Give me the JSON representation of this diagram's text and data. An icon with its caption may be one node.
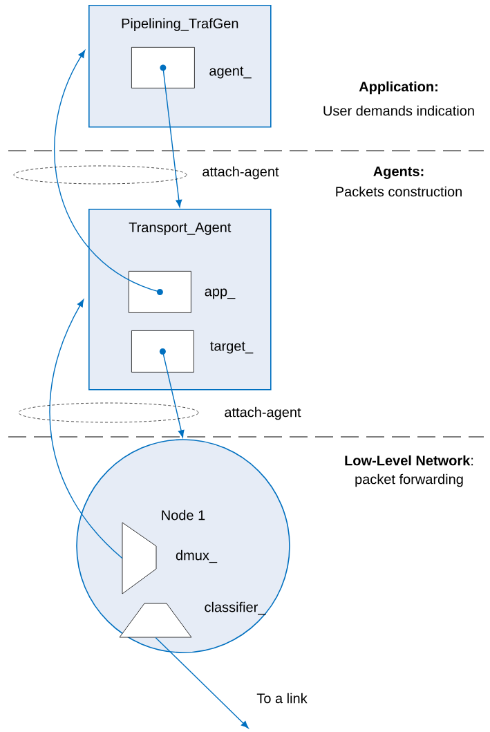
{
  "diagram": {
    "nodes": [
      {
        "text": [
          "Pipelining_TrafGen"
        ]
      },
      {
        "text": [],
        "shape": "box",
        "in": 0,
        "beside": [
          "agent_"
        ]
      },
      {
        "text": [
          "Transport_Agent"
        ]
      },
      {
        "text": [],
        "shape": "box",
        "in": 2,
        "beside": [
          "app_"
        ]
      },
      {
        "text": [],
        "shape": "box",
        "in": 2,
        "beside": [
          "target_"
        ]
      },
      {
        "text": [
          "Node 1"
        ]
      },
      {
        "text": [],
        "shape": "trapezoid",
        "in": 5,
        "beside": [
          "dmux_"
        ]
      },
      {
        "text": [],
        "shape": "trapezoid",
        "in": 5,
        "beside": [
          "classifier_"
        ]
      }
    ],
    "edges": [
      {
        "from": 1,
        "to": 2,
        "arrow": "to"
      },
      {
        "from": 3,
        "to": 0,
        "arrow": "to"
      },
      {
        "from": 4,
        "to": 5,
        "arrow": "to"
      },
      {
        "from": 6,
        "to": 2,
        "arrow": "to"
      },
      {
        "from": 7,
        "to": null,
        "arrow": "to",
        "label": "To a link"
      }
    ],
    "labels": [
      "Application:",
      "User demands indication",
      "attach-agent",
      "Agents:",
      "Packets construction",
      "attach-agent",
      "**Low-Level Network**:",
      "packet forwarding"
    ]
  }
}
